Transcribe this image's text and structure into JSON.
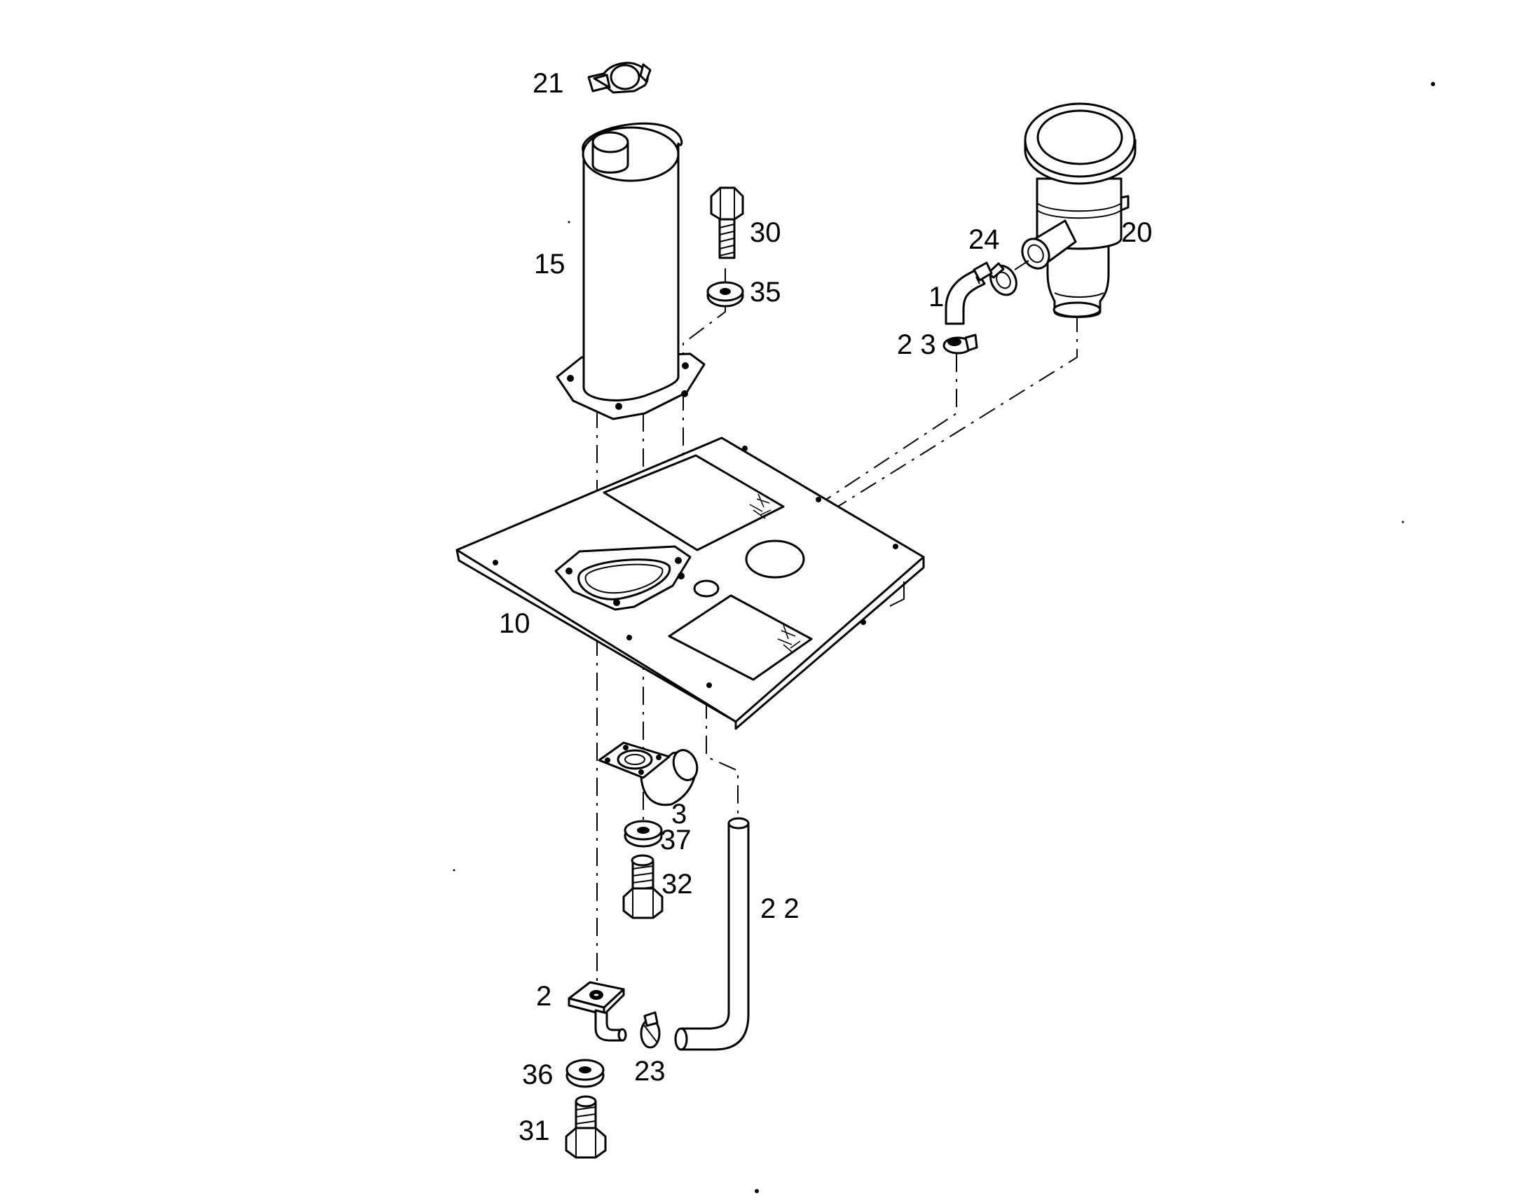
{
  "labels": {
    "p1": "1",
    "p2": "2",
    "p3": "3",
    "p10": "10",
    "p15": "15",
    "p20": "20",
    "p21": "21",
    "p22": "2 2",
    "p23a": "2 3",
    "p23b": "23",
    "p24": "24",
    "p30": "30",
    "p31": "31",
    "p32": "32",
    "p35": "35",
    "p36": "36",
    "p37": "37"
  }
}
